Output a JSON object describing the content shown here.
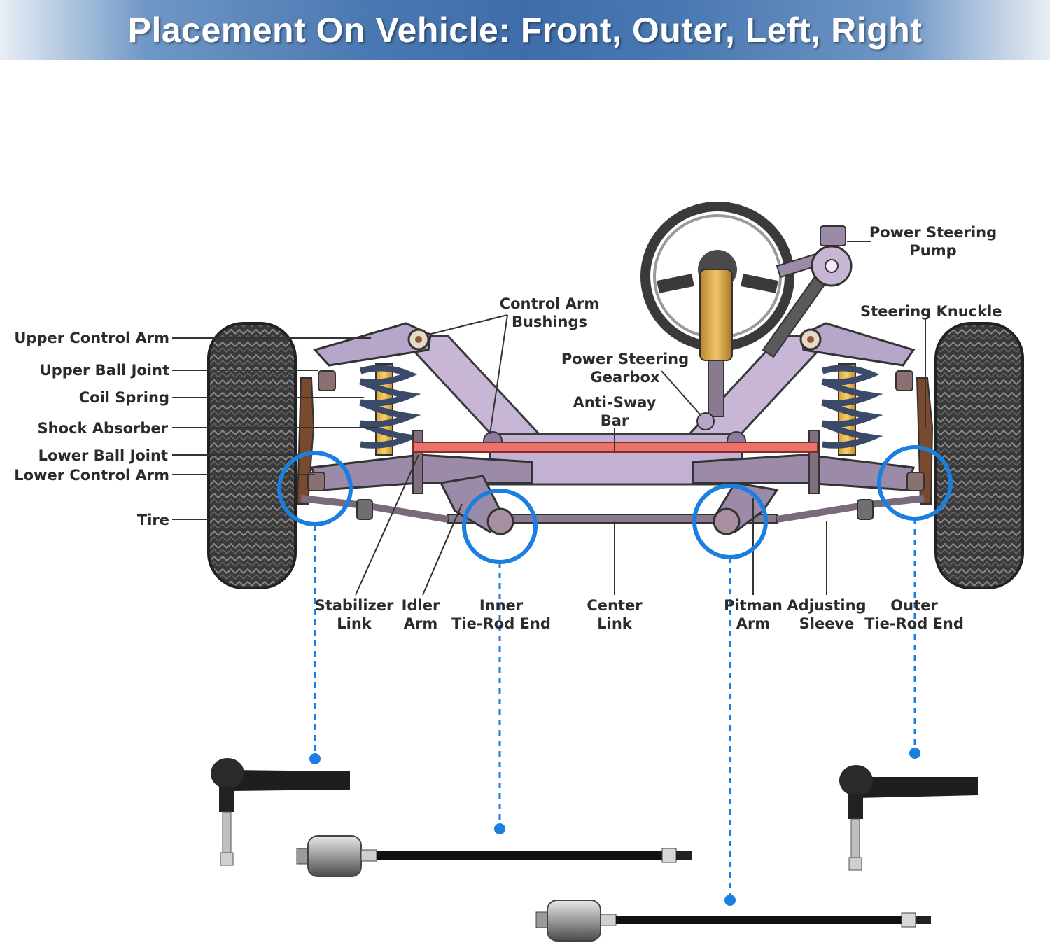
{
  "header": {
    "title": "Placement On Vehicle: Front, Outer, Left, Right"
  },
  "labels": {
    "upper_control_arm": "Upper Control Arm",
    "upper_ball_joint": "Upper Ball Joint",
    "coil_spring": "Coil Spring",
    "shock_absorber": "Shock Absorber",
    "lower_ball_joint": "Lower Ball Joint",
    "lower_control_arm": "Lower Control Arm",
    "tire": "Tire",
    "control_arm_bushings_1": "Control Arm",
    "control_arm_bushings_2": "Bushings",
    "power_steering_gearbox_1": "Power Steering",
    "power_steering_gearbox_2": "Gearbox",
    "anti_sway_bar_1": "Anti-Sway",
    "anti_sway_bar_2": "Bar",
    "power_steering_pump_1": "Power Steering",
    "power_steering_pump_2": "Pump",
    "steering_knuckle": "Steering Knuckle",
    "stabilizer_link_1": "Stabilizer",
    "stabilizer_link_2": "Link",
    "idler_arm_1": "Idler",
    "idler_arm_2": "Arm",
    "inner_tie_rod_end_1": "Inner",
    "inner_tie_rod_end_2": "Tie-Rod End",
    "center_link_1": "Center",
    "center_link_2": "Link",
    "pitman_arm_1": "Pitman",
    "pitman_arm_2": "Arm",
    "adjusting_sleeve_1": "Adjusting",
    "adjusting_sleeve_2": "Sleeve",
    "outer_tie_rod_end_1": "Outer",
    "outer_tie_rod_end_2": "Tie-Rod End"
  },
  "colors": {
    "highlight_blue": "#1a7fe0",
    "frame_purple": "#c7b6d6",
    "sway_bar_red": "#e9736a",
    "tire_dark": "#2e2e2e"
  }
}
